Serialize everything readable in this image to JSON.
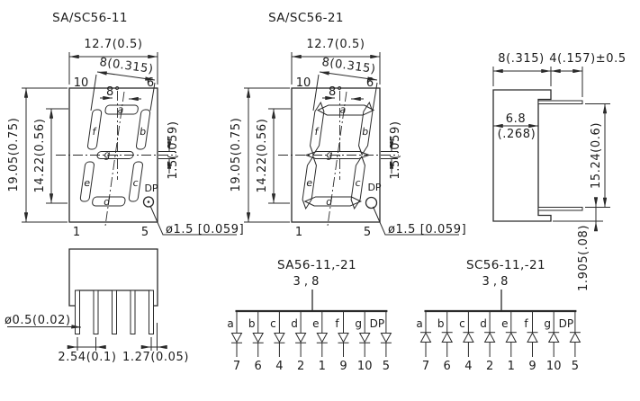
{
  "front": {
    "titles": [
      "SA/SC56-11",
      "SA/SC56-21"
    ],
    "dims": {
      "overall_width": "12.7(0.5)",
      "digit_width": "8(0.315)",
      "tilt_angle": "8°",
      "overall_height": "19.05(0.75)",
      "digit_height": "14.22(0.56)",
      "segment_thickness": "1.5(.059)",
      "dp_diameter": "ø1.5 [0.059]"
    },
    "corner_pins": {
      "top_left": "10",
      "top_right": "6",
      "bottom_left": "1",
      "bottom_right": "5"
    },
    "segment_labels": {
      "a": "a",
      "b": "b",
      "c": "c",
      "d": "d",
      "e": "e",
      "f": "f",
      "g": "g",
      "dp": "DP"
    }
  },
  "side": {
    "body_depth": "8(.315)",
    "lead_protrusion": "4(.157)±0.5",
    "inner_depth_mm": "6.8",
    "inner_depth_inch": "(.268)",
    "lead_row_span": "15.24(0.6)",
    "standoff": "1.905(.08)"
  },
  "bottom": {
    "lead_diameter": "ø0.5(0.02)",
    "lead_pitch": "2.54(0.1)",
    "lead_half_pitch": "1.27(0.05)"
  },
  "circuits": [
    {
      "title": "SA56-11,-21",
      "common_pins": "3 , 8",
      "diode_direction": "down",
      "segment_labels": [
        "a",
        "b",
        "c",
        "d",
        "e",
        "f",
        "g",
        "DP"
      ],
      "pin_numbers": [
        "7",
        "6",
        "4",
        "2",
        "1",
        "9",
        "10",
        "5"
      ]
    },
    {
      "title": "SC56-11,-21",
      "common_pins": "3 , 8",
      "diode_direction": "up",
      "segment_labels": [
        "a",
        "b",
        "c",
        "d",
        "e",
        "f",
        "g",
        "DP"
      ],
      "pin_numbers": [
        "7",
        "6",
        "4",
        "2",
        "1",
        "9",
        "10",
        "5"
      ]
    }
  ]
}
